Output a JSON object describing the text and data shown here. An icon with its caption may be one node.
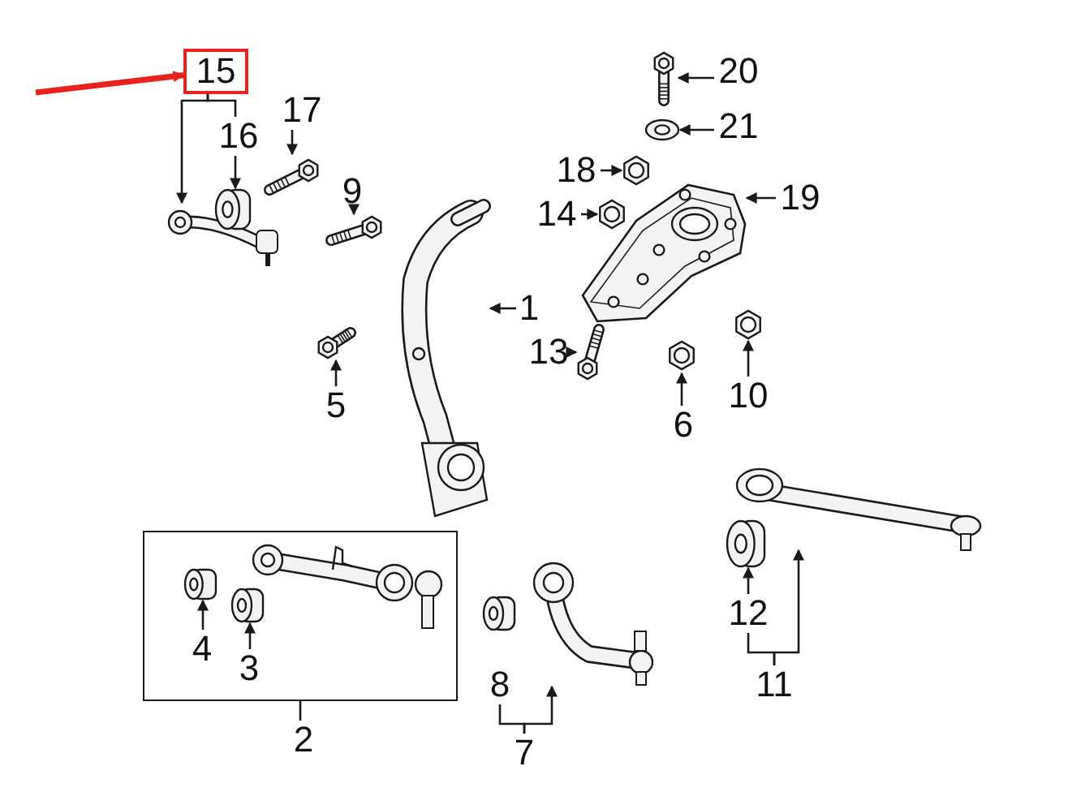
{
  "diagram": {
    "nodes": [
      {
        "text": [
          "15"
        ]
      },
      {
        "text": [],
        "shape": "picture"
      },
      {
        "text": [
          "16"
        ]
      },
      {
        "text": [],
        "shape": "cylinder"
      },
      {
        "text": [
          "17"
        ]
      },
      {
        "text": [],
        "shape": "picture"
      },
      {
        "text": [
          "20"
        ]
      },
      {
        "text": [],
        "shape": "picture"
      },
      {
        "text": [
          "21"
        ]
      },
      {
        "text": [],
        "shape": "picture"
      },
      {
        "text": [
          "18"
        ]
      },
      {
        "text": [],
        "shape": "picture"
      },
      {
        "text": [
          "19"
        ]
      },
      {
        "text": [],
        "shape": "picture"
      },
      {
        "text": [
          "9"
        ]
      },
      {
        "text": [],
        "shape": "picture"
      },
      {
        "text": [
          "14"
        ]
      },
      {
        "text": [],
        "shape": "picture"
      },
      {
        "text": [
          "1"
        ]
      },
      {
        "text": [],
        "shape": "picture"
      },
      {
        "text": [
          "13"
        ]
      },
      {
        "text": [],
        "shape": "picture"
      },
      {
        "text": [
          "5"
        ]
      },
      {
        "text": [],
        "shape": "picture"
      },
      {
        "text": [
          "6"
        ]
      },
      {
        "text": [],
        "shape": "picture"
      },
      {
        "text": [
          "10"
        ]
      },
      {
        "text": [],
        "shape": "picture"
      },
      {
        "text": [],
        "shape": "box"
      },
      {
        "text": [],
        "shape": "cylinder",
        "in": 28
      },
      {
        "text": [
          "4"
        ],
        "in": 28
      },
      {
        "text": [],
        "shape": "cylinder",
        "in": 28
      },
      {
        "text": [
          "3"
        ],
        "in": 28
      },
      {
        "text": [],
        "shape": "picture",
        "in": 28
      },
      {
        "text": [
          "2"
        ]
      },
      {
        "text": [],
        "shape": "cylinder"
      },
      {
        "text": [
          "8"
        ]
      },
      {
        "text": [],
        "shape": "picture"
      },
      {
        "text": [
          "7"
        ]
      },
      {
        "text": [],
        "shape": "picture"
      },
      {
        "text": [
          "12"
        ]
      },
      {
        "text": [],
        "shape": "picture"
      },
      {
        "text": [
          "11"
        ]
      }
    ],
    "edges": [
      {
        "from": null,
        "to": 0,
        "arrow": "to",
        "style": "thick",
        "color": "#e8231f"
      },
      {
        "from": 0,
        "to": 1,
        "arrow": "to"
      },
      {
        "from": 0,
        "to": 2,
        "arrow": "none"
      },
      {
        "from": 2,
        "to": 3,
        "arrow": "to"
      },
      {
        "from": 4,
        "to": 5,
        "arrow": "to"
      },
      {
        "from": 6,
        "to": 7,
        "arrow": "to"
      },
      {
        "from": 8,
        "to": 9,
        "arrow": "to"
      },
      {
        "from": 10,
        "to": 11,
        "arrow": "to"
      },
      {
        "from": 12,
        "to": 13,
        "arrow": "to"
      },
      {
        "from": 14,
        "to": 15,
        "arrow": "to"
      },
      {
        "from": 16,
        "to": 17,
        "arrow": "to"
      },
      {
        "from": 18,
        "to": 19,
        "arrow": "to"
      },
      {
        "from": 20,
        "to": 21,
        "arrow": "to"
      },
      {
        "from": 22,
        "to": 23,
        "arrow": "to"
      },
      {
        "from": 24,
        "to": 25,
        "arrow": "to"
      },
      {
        "from": 26,
        "to": 27,
        "arrow": "to"
      },
      {
        "from": 34,
        "to": 28,
        "arrow": "none"
      },
      {
        "from": 30,
        "to": 29,
        "arrow": "to"
      },
      {
        "from": 32,
        "to": 31,
        "arrow": "to"
      },
      {
        "from": 38,
        "to": 36,
        "arrow": "none"
      },
      {
        "from": 38,
        "to": 37,
        "arrow": "to"
      },
      {
        "from": 40,
        "to": 39,
        "arrow": "to"
      },
      {
        "from": 42,
        "to": 40,
        "arrow": "none"
      },
      {
        "from": 42,
        "to": 41,
        "arrow": "to"
      }
    ]
  }
}
